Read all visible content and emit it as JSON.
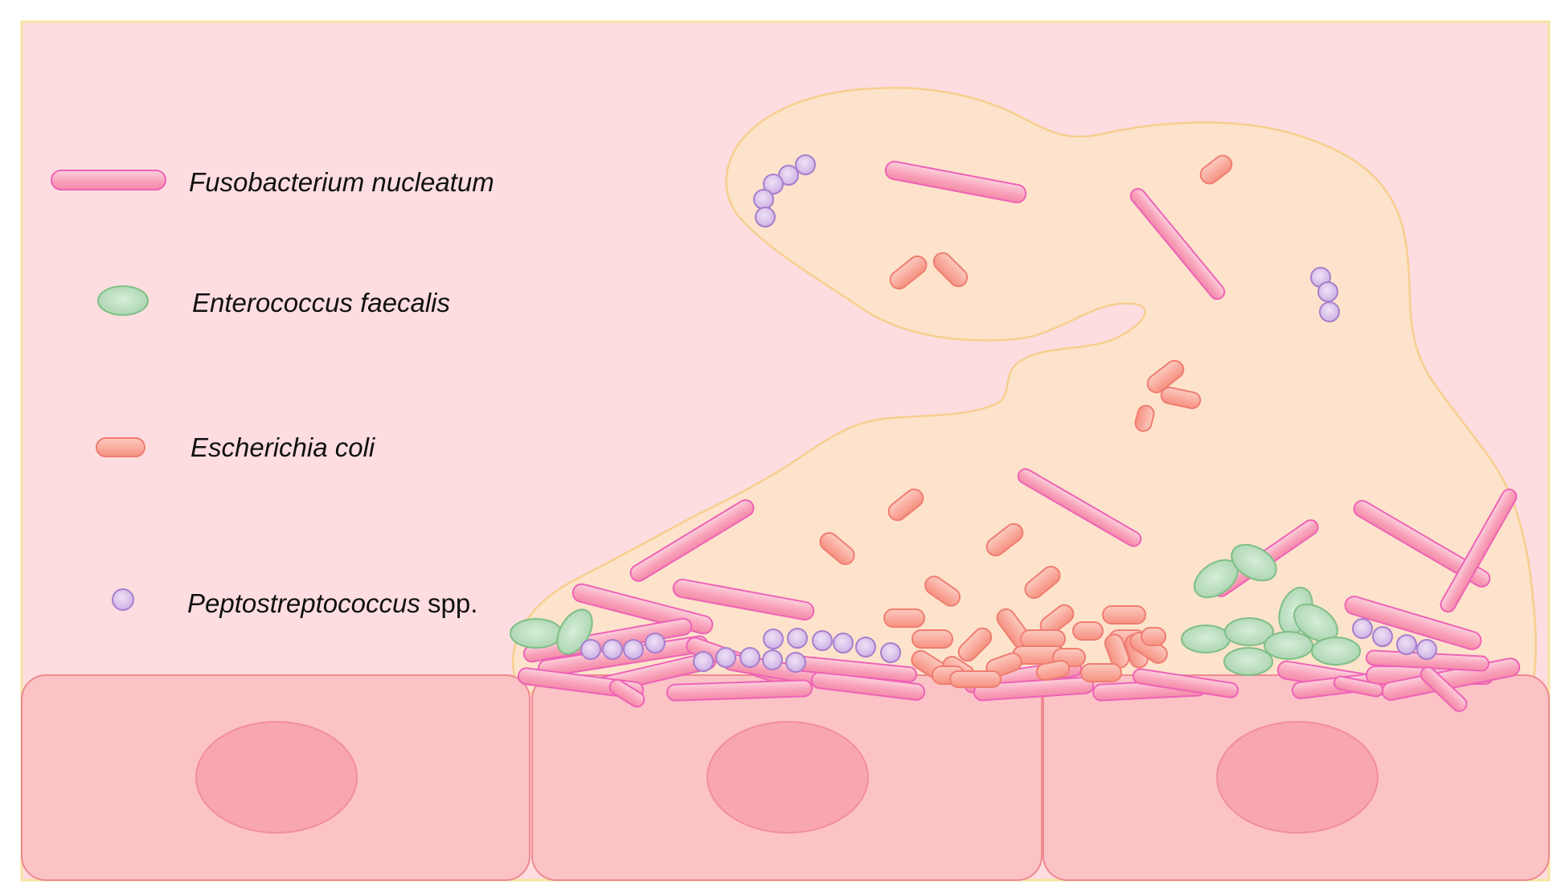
{
  "legend": {
    "items": [
      {
        "key": "fusobacterium",
        "label": "Fusobacterium nucleatum",
        "suffix": ""
      },
      {
        "key": "enterococcus",
        "label": "Enterococcus faecalis",
        "suffix": ""
      },
      {
        "key": "escherichia",
        "label": "Escherichia coli",
        "suffix": ""
      },
      {
        "key": "peptostreptococcus",
        "label": "Peptostreptococcus",
        "suffix": " spp."
      }
    ]
  },
  "colors": {
    "lumen_background": "#fddde0",
    "frame_border": "#f6e3a0",
    "biofilm_fill": "#fde3cb",
    "biofilm_stroke": "#f6cf8e",
    "epithelial_cell_fill": "#fbc3c6",
    "epithelial_cell_stroke": "#ee8a90",
    "nucleus_fill": "#f9a6b3",
    "nucleus_stroke": "#f28d9e",
    "fusobacterium_fill": "#f9a3bb",
    "fusobacterium_stroke": "#ee63b7",
    "enterococcus_fill": "#b3dab9",
    "enterococcus_stroke": "#7fbf86",
    "escherichia_fill": "#f9aa9d",
    "escherichia_stroke": "#ef7d72",
    "peptostreptococcus_fill": "#d8c1ea",
    "peptostreptococcus_stroke": "#a77fcd"
  }
}
